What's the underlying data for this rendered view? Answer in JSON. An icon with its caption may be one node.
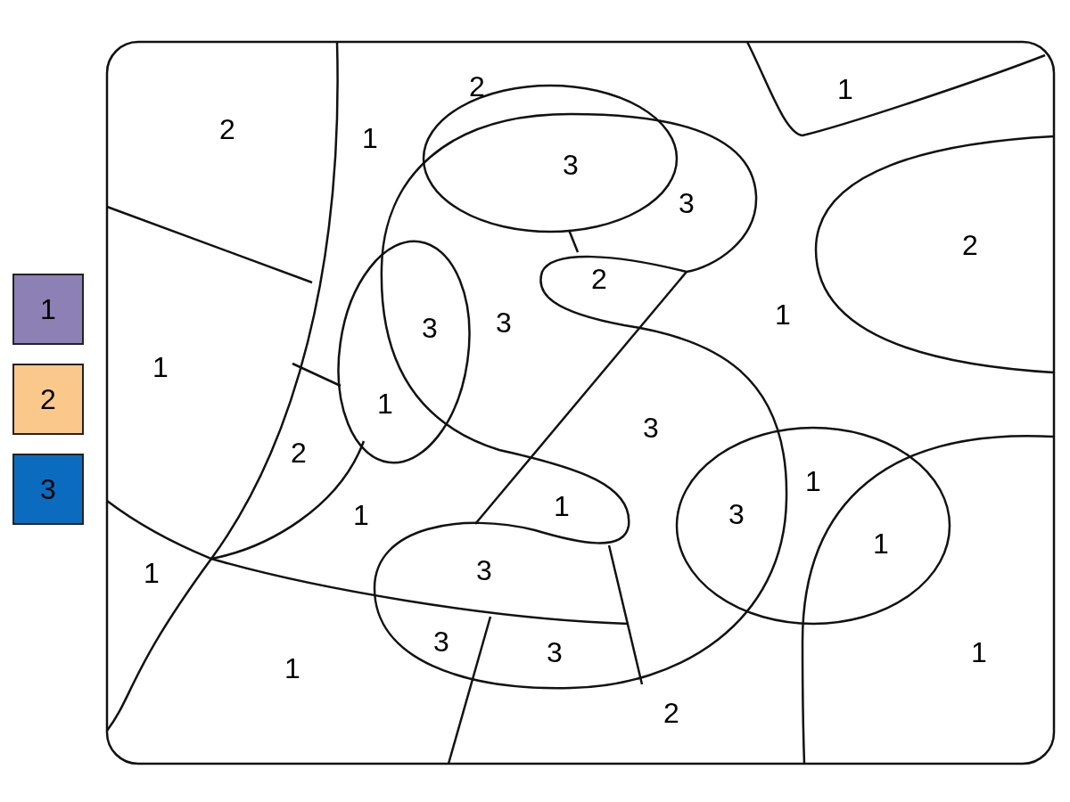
{
  "diagram": {
    "labels": [
      "2",
      "1",
      "2",
      "1",
      "3",
      "3",
      "2",
      "2",
      "1",
      "3",
      "3",
      "1",
      "1",
      "3",
      "2",
      "1",
      "1",
      "3",
      "1",
      "1",
      "3",
      "1",
      "3",
      "3",
      "1",
      "1",
      "2"
    ],
    "legend": [
      {
        "text": "1",
        "color": "#8c80b4"
      },
      {
        "text": "2",
        "color": "#fbc88c"
      },
      {
        "text": "3",
        "color": "#0b6cbf"
      }
    ]
  }
}
